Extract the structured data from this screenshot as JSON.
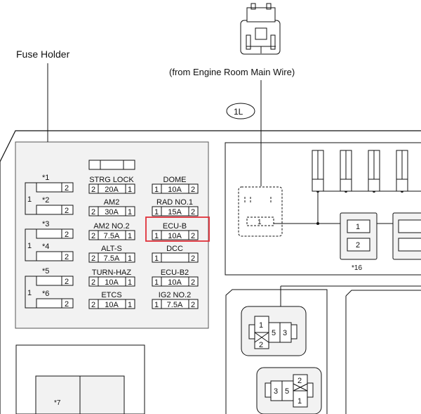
{
  "labels": {
    "fuse_holder": "Fuse Holder",
    "from_wire": "(from Engine Room Main Wire)",
    "connector_id": "1L",
    "relay_ref": "*16",
    "lower_ref": "*7"
  },
  "left_column": {
    "refs": [
      "*1",
      "*2",
      "*3",
      "*4",
      "*5",
      "*6"
    ],
    "pin1": [
      "1",
      "1",
      "1"
    ],
    "pin2": [
      "2",
      "2",
      "2",
      "2",
      "2",
      "2"
    ]
  },
  "middle_column": [
    {
      "name": "STRG LOCK",
      "p1": "2",
      "amp": "20A",
      "p2": "1"
    },
    {
      "name": "AM2",
      "p1": "2",
      "amp": "30A",
      "p2": "1"
    },
    {
      "name": "AM2 NO.2",
      "p1": "2",
      "amp": "7.5A",
      "p2": "1"
    },
    {
      "name": "ALT-S",
      "p1": "2",
      "amp": "7.5A",
      "p2": "1"
    },
    {
      "name": "TURN-HAZ",
      "p1": "2",
      "amp": "10A",
      "p2": "1"
    },
    {
      "name": "ETCS",
      "p1": "2",
      "amp": "10A",
      "p2": "1"
    }
  ],
  "right_column": [
    {
      "name": "DOME",
      "p1": "1",
      "amp": "10A",
      "p2": "2"
    },
    {
      "name": "RAD NO.1",
      "p1": "1",
      "amp": "15A",
      "p2": "2"
    },
    {
      "name": "ECU-B",
      "p1": "1",
      "amp": "10A",
      "p2": "2"
    },
    {
      "name": "DCC",
      "p1": "1",
      "amp": "",
      "p2": "2"
    },
    {
      "name": "ECU-B2",
      "p1": "1",
      "amp": "10A",
      "p2": "2"
    },
    {
      "name": "IG2 NO.2",
      "p1": "1",
      "amp": "7.5A",
      "p2": "2"
    }
  ],
  "relay_pins": [
    "1",
    "2"
  ],
  "connector_a_pins": [
    "1",
    "5",
    "3",
    "2"
  ],
  "connector_b_pins": [
    "3",
    "5",
    "2",
    "1"
  ],
  "colors": {
    "highlight": "#e0303a",
    "line": "#111111",
    "panel": "#f2f2f2"
  }
}
